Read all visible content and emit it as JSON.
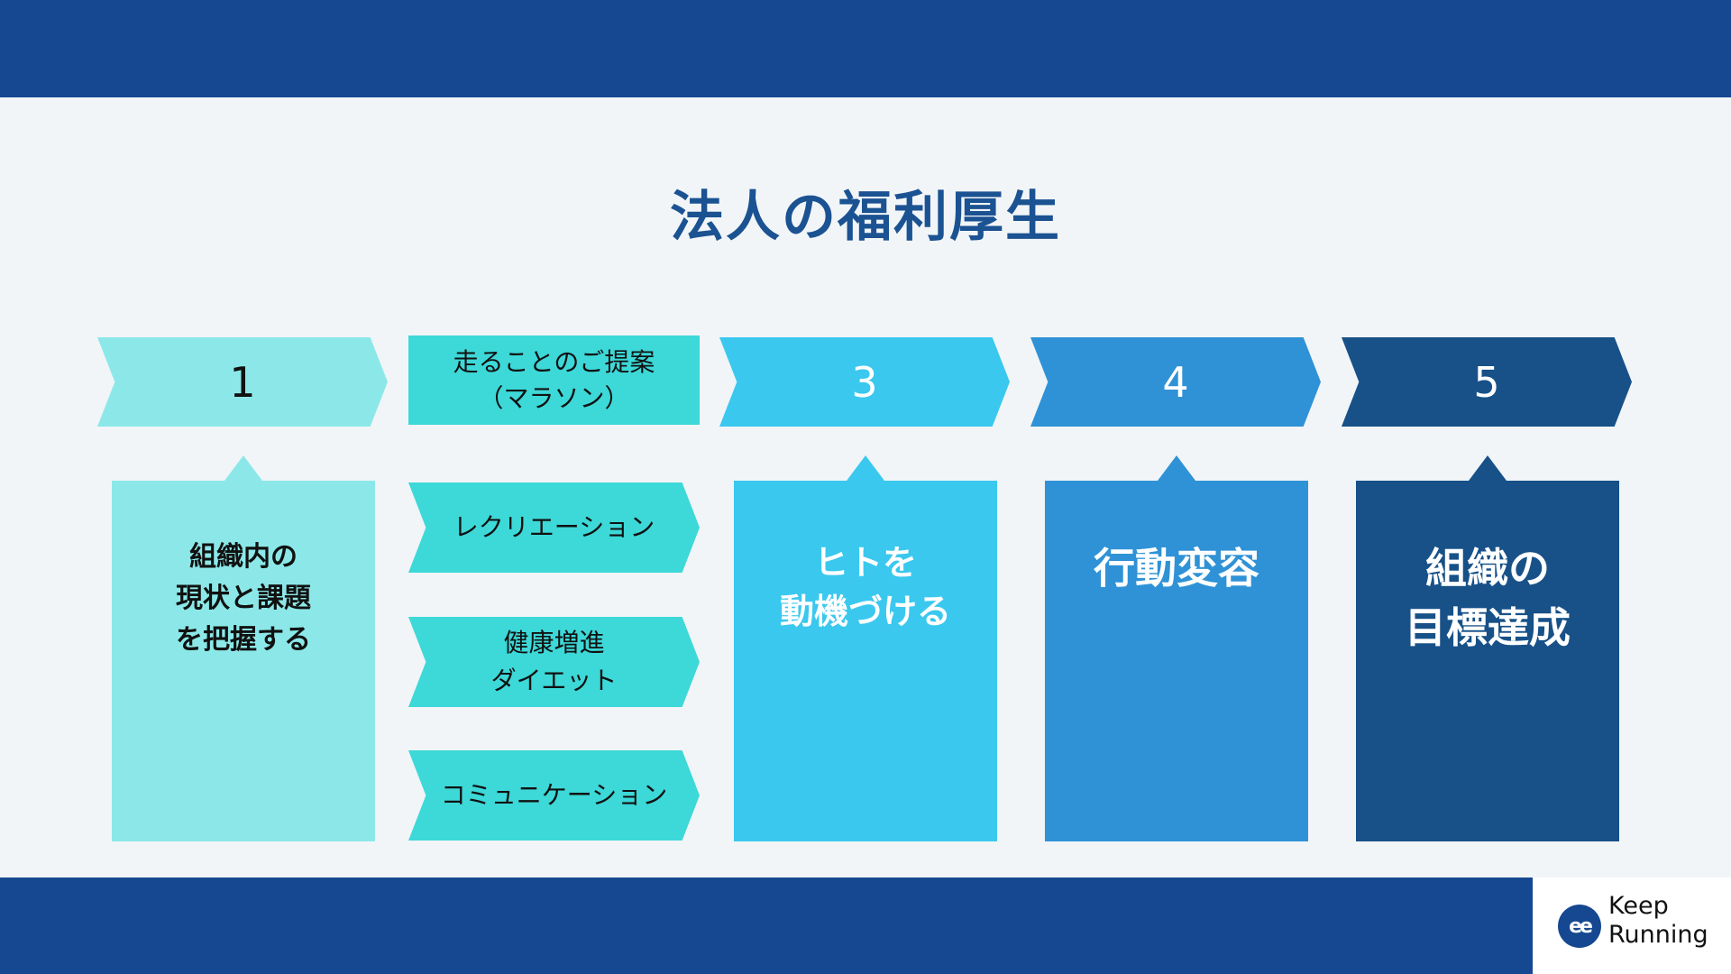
{
  "title": "法人の福利厚生",
  "steps": [
    {
      "label": "1",
      "card": "組織内の\n現状と課題\nを把握する",
      "color": "#8ce8e8",
      "text_color": "#111111"
    },
    {
      "label": "走ることのご提案\n（マラソン）",
      "color": "#3dd8d8",
      "text_color": "#111111"
    },
    {
      "label": "3",
      "card": "ヒトを\n動機づける",
      "color": "#3ac8ee",
      "text_color": "#ffffff"
    },
    {
      "label": "4",
      "card": "行動変容",
      "color": "#2f92d6",
      "text_color": "#ffffff"
    },
    {
      "label": "5",
      "card": "組織の\n目標達成",
      "color": "#175188",
      "text_color": "#ffffff"
    }
  ],
  "proposals": [
    "レクリエーション",
    "健康増進\nダイエット",
    "コミュニケーション"
  ],
  "logo": {
    "mark": "ee",
    "text": "Keep\nRunning"
  }
}
